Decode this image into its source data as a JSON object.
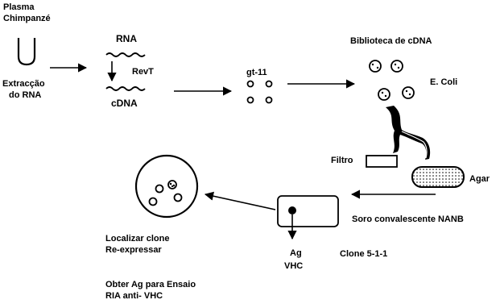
{
  "labels": {
    "plasma_line1": "Plasma",
    "plasma_line2": "Chimpanzé",
    "extraction_line1": "Extracção",
    "extraction_line2": "do RNA",
    "rna": "RNA",
    "revt": "RevT",
    "cdna": "cDNA",
    "gt11": "gt-11",
    "library": "Biblioteca de cDNA",
    "ecoli": "E. Coli",
    "filter": "Filtro",
    "agar": "Agar",
    "serum": "Soro convalescente NANB",
    "ag": "Ag",
    "vhc": "VHC",
    "clone": "Clone 5-1-1",
    "locate_line1": "Localizar clone",
    "locate_line2": "Re-expressar",
    "obtain_line1": "Obter Ag para Ensaio",
    "obtain_line2": "RIA anti- VHC"
  }
}
